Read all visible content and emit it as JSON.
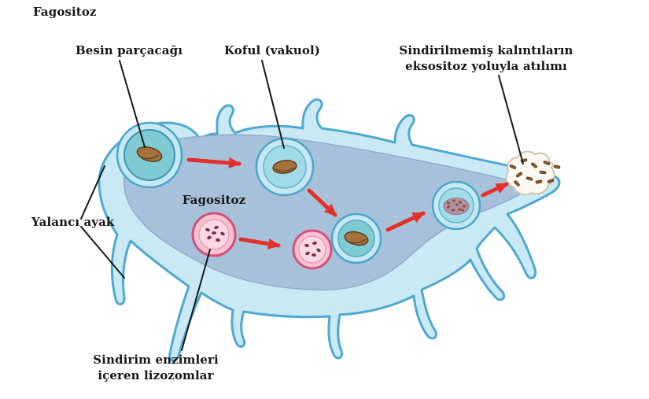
{
  "title": "Fagositoz",
  "labels": {
    "food_particle": "Besin parçacağı",
    "vacuole": "Koful (vakuol)",
    "exocytosis_line1": "Sindirilmemiş kalıntıların",
    "exocytosis_line2": "eksositoz yoluyla atılımı",
    "pseudopod": "Yalancı ayak",
    "phagocytosis": "Fagositoz",
    "lysosome_line1": "Sindirim enzimleri",
    "lysosome_line2": "içeren lizozomlar"
  },
  "colors": {
    "cell_fill": "#c9e9f5",
    "cell_stroke": "#4fa9ce",
    "cytoplasm_fill": "#a8c1db",
    "cytoplasm_edge": "#8fabcd",
    "vacuole_fill": "#c6e8f3",
    "vacuole_ring": "#4aa6ca",
    "vacuole_core_teal": "#7ecbd4",
    "vacuole_core_blue": "#a2dbe8",
    "lysosome_fill": "#f9c3d4",
    "lysosome_stroke": "#d64f79",
    "lysosome_core": "#fbd9e3",
    "enzyme_dot": "#7c2d4e",
    "food_brown": "#a4713c",
    "food_edge": "#5f3c1c",
    "digested_mass": "#b291a6",
    "debris_brown": "#8a5a30",
    "arrow_red": "#e2312a",
    "burst_fill": "#fcfaf3",
    "burst_stroke": "#d0c4ae",
    "label_color": "#161616"
  }
}
